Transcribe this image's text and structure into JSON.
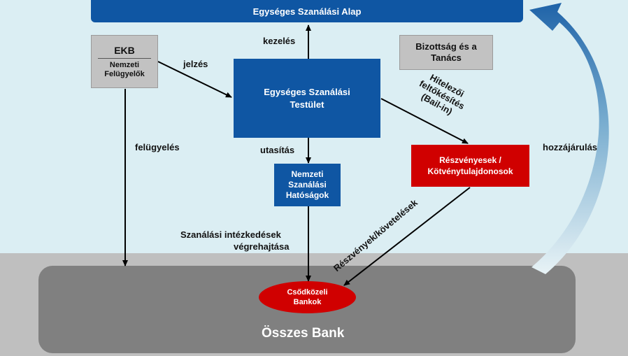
{
  "fund": "Egységes Szanálási Alap",
  "ecb": {
    "title": "EKB",
    "subtitle": "Nemzeti Felügyelők"
  },
  "commission": "Bizottság és a Tanács",
  "srb": "Egységes Szanálási Testület",
  "nra": "Nemzeti Szanálási Hatóságok",
  "holders": "Részvényesek / Kötvénytulajdonosok",
  "failing_banks": "Csődközeli Bankok",
  "all_banks": "Összes Bank",
  "labels": {
    "kezeles": "kezelés",
    "jelzes": "jelzés",
    "felugyeles": "felügyelés",
    "utasitas": "utasítás",
    "bailin_1": "Hitelezői",
    "bailin_2": "feltőkésítés",
    "bailin_3": "(Bail-in)",
    "hozzajarulas": "hozzájárulás",
    "measures_1": "Szanálási intézkedések",
    "measures_2": "végrehajtása",
    "shares": "Részvények/követelések"
  },
  "colors": {
    "blue": "#0f56a3",
    "red": "#d00000",
    "grey": "#c2c2c2",
    "dark": "#808080"
  }
}
